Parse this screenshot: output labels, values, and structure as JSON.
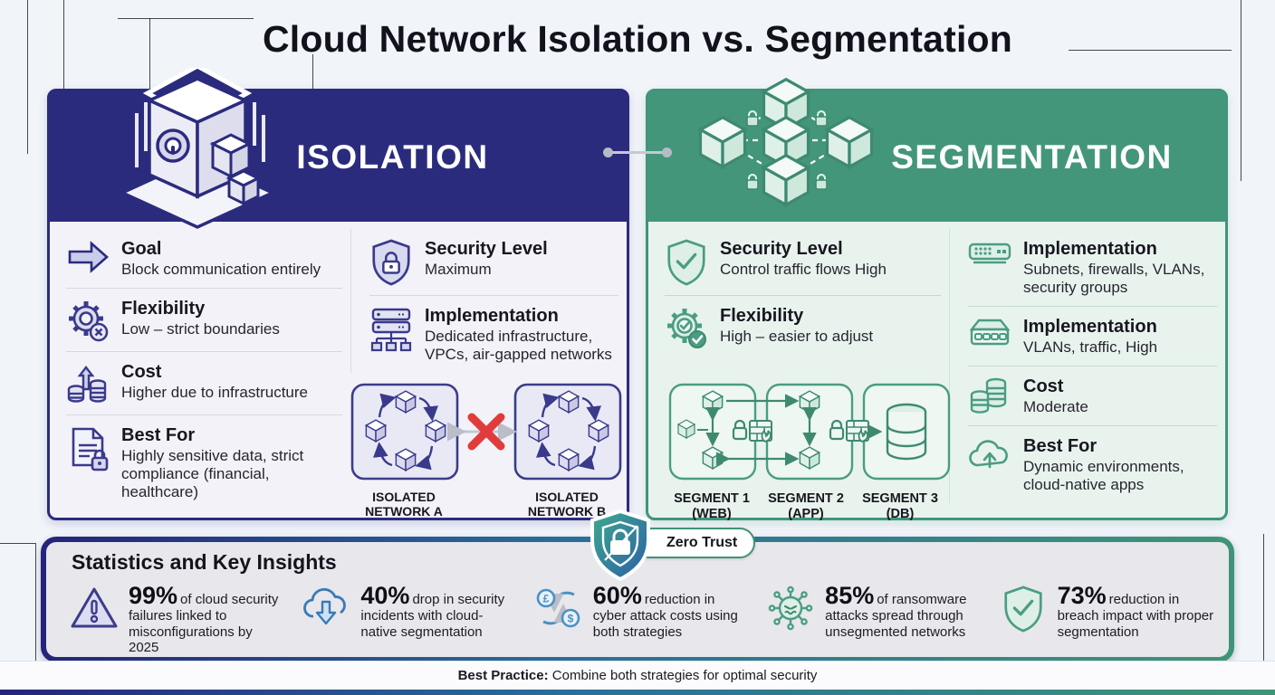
{
  "title": "Cloud Network Isolation vs. Segmentation",
  "colors": {
    "navy": "#2b2b7e",
    "green": "#43967a",
    "red_x": "#e23b3b",
    "stats_bg": "#e8e7eb",
    "blue_icon": "#3a7ab8"
  },
  "isolation": {
    "header": "ISOLATION",
    "header_icon": "vault-safe-icon",
    "features_left": [
      {
        "icon": "arrow-right-icon",
        "title": "Goal",
        "desc": "Block communication entirely"
      },
      {
        "icon": "gear-x-icon",
        "title": "Flexibility",
        "desc": "Low – strict boundaries"
      },
      {
        "icon": "coins-up-icon",
        "title": "Cost",
        "desc": "Higher due to infrastructure"
      },
      {
        "icon": "document-lock-icon",
        "title": "Best For",
        "desc": "Highly sensitive data, strict compliance (financial, healthcare)"
      }
    ],
    "features_right": [
      {
        "icon": "shield-lock-icon",
        "title": "Security Level",
        "desc": "Maximum"
      },
      {
        "icon": "server-rack-icon",
        "title": "Implementation",
        "desc": "Dedicated infrastructure, VPCs, air-gapped networks"
      }
    ],
    "diagram": {
      "network_a_label": "ISOLATED NETWORK A",
      "network_b_label": "ISOLATED NETWORK B",
      "blocked_icon": "red-x-icon"
    }
  },
  "segmentation": {
    "header": "SEGMENTATION",
    "header_icon": "network-cubes-icon",
    "features_left": [
      {
        "icon": "shield-check-icon",
        "title": "Security Level",
        "desc": "Control traffic flows High"
      },
      {
        "icon": "gear-check-icon",
        "title": "Flexibility",
        "desc": "High – easier to adjust"
      }
    ],
    "features_right": [
      {
        "icon": "switch-ports-icon",
        "title": "Implementation",
        "desc": "Subnets, firewalls, VLANs, security groups"
      },
      {
        "icon": "switch-device-icon",
        "title": "Implementation",
        "desc": "VLANs, traffic, High"
      },
      {
        "icon": "coins-stack-icon",
        "title": "Cost",
        "desc": "Moderate"
      },
      {
        "icon": "cloud-up-icon",
        "title": "Best For",
        "desc": "Dynamic environments, cloud-native apps"
      }
    ],
    "diagram": {
      "segments": [
        {
          "name": "SEGMENT 1",
          "tier": "(WEB)"
        },
        {
          "name": "SEGMENT 2",
          "tier": "(APP)"
        },
        {
          "name": "SEGMENT 3",
          "tier": "(DB)"
        }
      ]
    }
  },
  "zero_trust": {
    "label": "Zero Trust",
    "icon": "zero-trust-shield-icon"
  },
  "stats": {
    "header": "Statistics and Key Insights",
    "items": [
      {
        "icon": "warning-triangle-icon",
        "value": "99%",
        "text": "of cloud security failures linked to misconfigurations by 2025"
      },
      {
        "icon": "cloud-down-arrow-icon",
        "value": "40%",
        "text": "drop in security incidents with cloud-native segmentation"
      },
      {
        "icon": "currency-exchange-icon",
        "value": "60%",
        "text": "reduction in cyber attack costs using both strategies"
      },
      {
        "icon": "ransomware-virus-icon",
        "value": "85%",
        "text": "of ransomware attacks spread through unsegmented networks"
      },
      {
        "icon": "shield-check-badge-icon",
        "value": "73%",
        "text": "reduction in breach impact with proper segmentation"
      }
    ]
  },
  "footer": {
    "label": "Best Practice:",
    "text": " Combine both strategies for optimal security"
  }
}
